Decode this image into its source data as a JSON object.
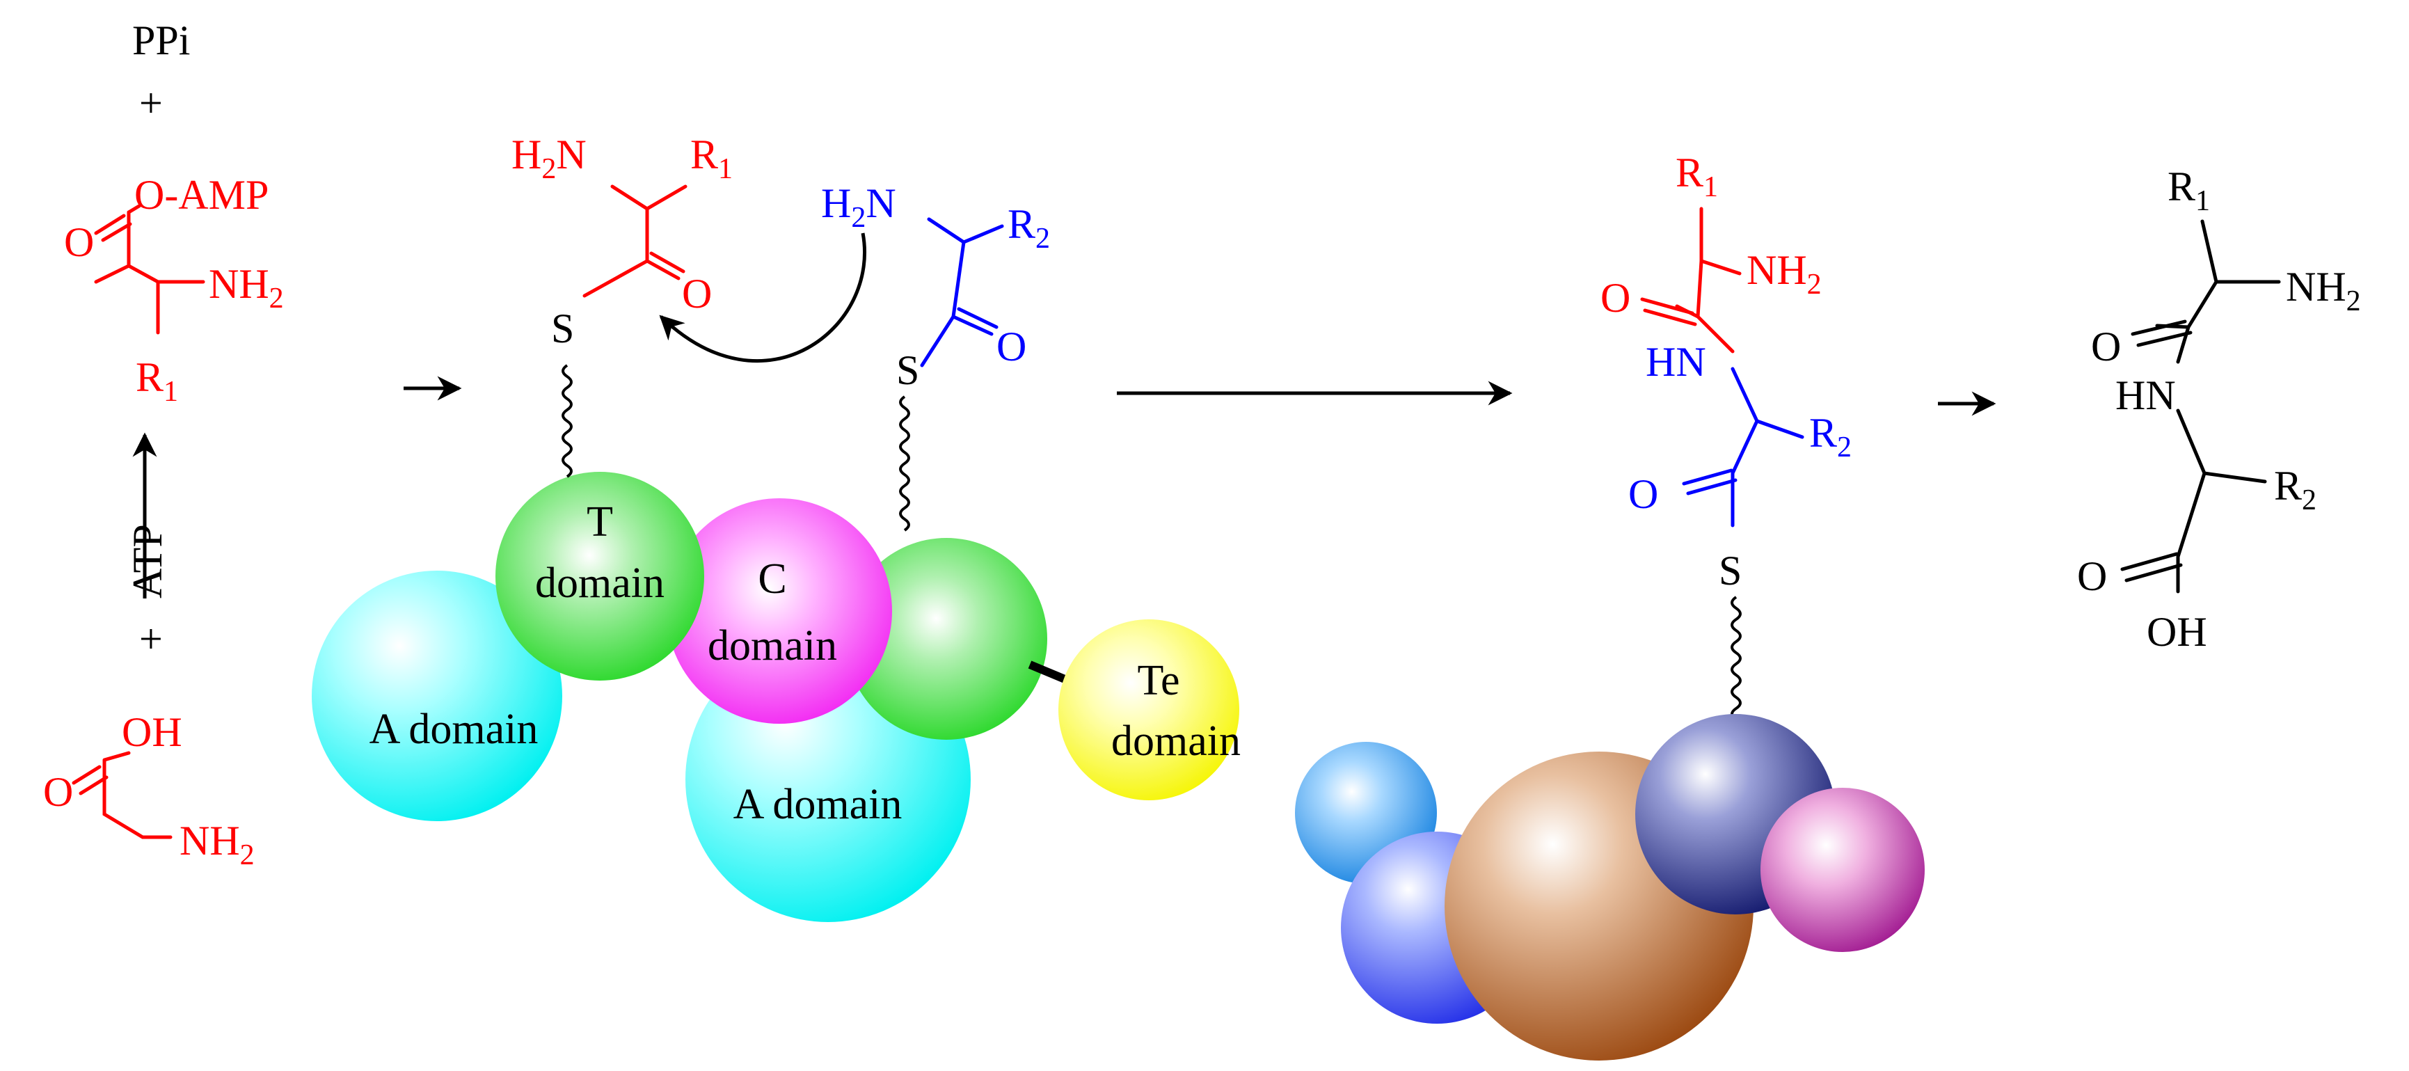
{
  "colors": {
    "substrate": "#ff0000",
    "second_substrate": "#0000ff",
    "product": "#000000",
    "a_domain": "#00ffff",
    "t_domain": "#22dd22",
    "c_domain": "#ff22ff",
    "te_domain": "#ffff00",
    "protein_brown": "#b5651d",
    "protein_navy": "#1a237e",
    "protein_blue": "#3d5afe",
    "protein_sky": "#1e9bff",
    "protein_purple": "#aa1e99"
  },
  "reagents": {
    "ppi": "PPi",
    "plus": "+",
    "atp": "ATP",
    "activated": {
      "ester": "O-AMP",
      "carbonyl_o": "O",
      "amine": "NH",
      "amine_sub": "2",
      "r": "R",
      "r_sub": "1"
    },
    "glycine": {
      "hydroxyl": "OH",
      "carbonyl_o": "O",
      "amine": "NH",
      "amine_sub": "2"
    }
  },
  "thioesters": {
    "first": {
      "amine_h": "H",
      "amine_h_sub": "2",
      "amine_n": "N",
      "r": "R",
      "r_sub": "1",
      "carbonyl_o": "O",
      "s": "S"
    },
    "second": {
      "amine_h": "H",
      "amine_h_sub": "2",
      "amine_n": "N",
      "r": "R",
      "r_sub": "2",
      "carbonyl_o": "O",
      "s": "S"
    }
  },
  "domains": {
    "t_line1": "T",
    "t_line2": "domain",
    "c_line1": "C",
    "c_line2": "domain",
    "a1": "A domain",
    "a2": "A domain",
    "te_line1": "Te",
    "te_line2": "domain"
  },
  "dipeptide_bound": {
    "r1": "R",
    "r1_sub": "1",
    "amine": "NH",
    "amine_sub": "2",
    "carbonyl1_o": "O",
    "hn": "HN",
    "r2": "R",
    "r2_sub": "2",
    "carbonyl2_o": "O",
    "s": "S"
  },
  "product": {
    "r1": "R",
    "r1_sub": "1",
    "amine": "NH",
    "amine_sub": "2",
    "carbonyl1_o": "O",
    "hn": "HN",
    "r2": "R",
    "r2_sub": "2",
    "carbonyl2_o": "O",
    "hydroxyl": "OH"
  }
}
